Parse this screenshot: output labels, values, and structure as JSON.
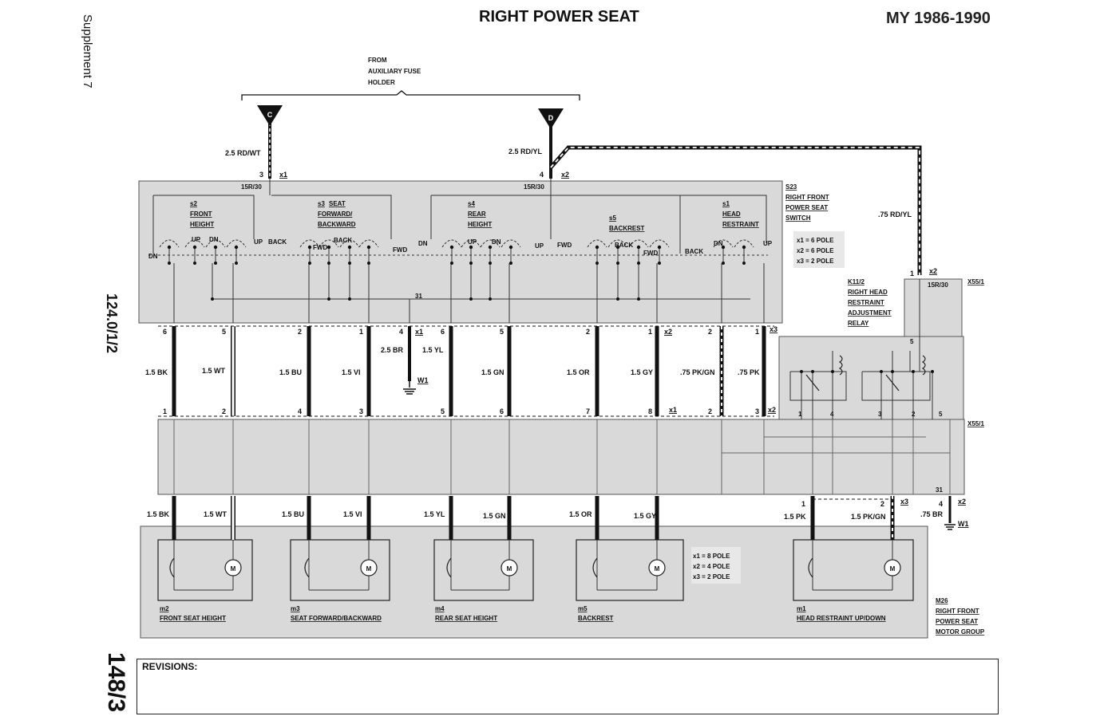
{
  "header": {
    "title": "RIGHT POWER SEAT",
    "model_year": "MY 1986-1990",
    "supplement": "Supplement 7",
    "side_code": "124.0/1/2",
    "page_number": "148/3"
  },
  "revisions": {
    "label": "REVISIONS:"
  },
  "fuse": {
    "source_lines": [
      "FROM",
      "AUXILIARY FUSE",
      "HOLDER"
    ],
    "c": "C",
    "d": "D"
  },
  "feed": {
    "c_wire": "2.5 RD/WT",
    "d_wire": "2.5 RD/YL",
    "x55_wire": ".75 RD/YL"
  },
  "switch": {
    "title": [
      "S23",
      "RIGHT FRONT",
      "POWER SEAT",
      "SWITCH"
    ],
    "term": "15R/30",
    "poles": [
      "x1 = 6 POLE",
      "x2 = 6 POLE",
      "x3 = 2 POLE"
    ],
    "sections": [
      {
        "id": "s2",
        "lines": [
          "FRONT",
          "HEIGHT"
        ]
      },
      {
        "id": "s3",
        "lines": [
          "SEAT",
          "FORWARD/",
          "BACKWARD"
        ]
      },
      {
        "id": "s4",
        "lines": [
          "REAR",
          "HEIGHT"
        ]
      },
      {
        "id": "s5",
        "lines": [
          "BACKREST"
        ]
      },
      {
        "id": "s1",
        "lines": [
          "HEAD",
          "RESTRAINT"
        ]
      }
    ],
    "contacts": [
      "DN",
      "UP",
      "DN",
      "UP",
      "BACK",
      "FWD",
      "BACK",
      "FWD",
      "DN",
      "UP",
      "DN",
      "UP",
      "FWD",
      "BACK",
      "FWD",
      "BACK",
      "DN",
      "UP"
    ],
    "ground_term": "31"
  },
  "mid_wires": [
    "1.5 BK",
    "1.5 WT",
    "1.5 BU",
    "1.5 VI",
    "2.5 BR",
    "1.5 YL",
    "1.5 GN",
    "1.5 OR",
    "1.5 GY",
    ".75 PK/GN",
    ".75 PK"
  ],
  "bottom_wires": [
    "1.5 BK",
    "1.5 WT",
    "1.5 BU",
    "1.5 VI",
    "1.5 YL",
    "1.5 GN",
    "1.5 OR",
    "1.5 GY",
    "1.5 PK",
    "1.5 PK/GN",
    ".75 BR"
  ],
  "connectors": {
    "x1": "x1",
    "x2": "x2",
    "x3": "x3",
    "w1": "W1",
    "x55": "X55/1"
  },
  "relay": {
    "lines": [
      "K11/2",
      "RIGHT HEAD",
      "RESTRAINT",
      "ADJUSTMENT",
      "RELAY"
    ],
    "term": "15R/30"
  },
  "motor_group": {
    "title": [
      "M26",
      "RIGHT FRONT",
      "POWER SEAT",
      "MOTOR GROUP"
    ],
    "poles": [
      "x1 = 8 POLE",
      "x2 = 4 POLE",
      "x3 = 2 POLE"
    ],
    "motor_symbol": "M",
    "motors": [
      {
        "id": "m2",
        "name": "FRONT SEAT HEIGHT"
      },
      {
        "id": "m3",
        "name": "SEAT FORWARD/BACKWARD"
      },
      {
        "id": "m4",
        "name": "REAR SEAT HEIGHT"
      },
      {
        "id": "m5",
        "name": "BACKREST"
      },
      {
        "id": "m1",
        "name": "HEAD RESTRAINT UP/DOWN"
      }
    ]
  },
  "pins": {
    "upper": [
      "6",
      "5",
      "2",
      "1",
      "4",
      "6",
      "5",
      "2",
      "1",
      "2",
      "1"
    ],
    "lower": [
      "1",
      "2",
      "4",
      "3",
      "5",
      "6",
      "7",
      "8",
      "2",
      "3"
    ],
    "relay_bottom": [
      "1",
      "4",
      "3",
      "2",
      "5"
    ],
    "relay_top": "5",
    "feed": [
      "3",
      "4",
      "1"
    ],
    "motor": [
      "1",
      "2",
      "4"
    ],
    "ground": "31"
  },
  "colors": {
    "panel": "#d9d9d9",
    "wire": "#111111",
    "line": "#333333"
  }
}
